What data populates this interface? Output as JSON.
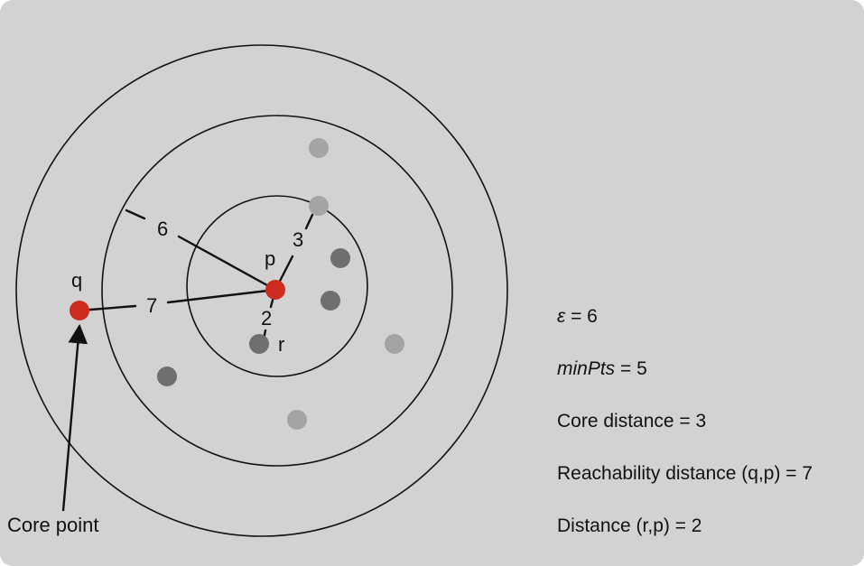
{
  "colors": {
    "panel": "#d2d2d2",
    "core_point": "#cc2b1e",
    "dark_point": "#6f6f6f",
    "light_point": "#a4a4a4",
    "line": "#111111"
  },
  "points": {
    "p_label": "p",
    "q_label": "q",
    "r_label": "r"
  },
  "distances": {
    "epsilon_label": "6",
    "q_to_p_label": "7",
    "core_label": "3",
    "r_to_p_label": "2"
  },
  "annotation": {
    "core_point": "Core point"
  },
  "info": {
    "epsilon_symbol": "ε",
    "epsilon_value": " = 6",
    "minpts_name": "minPts",
    "minpts_value": " = 5",
    "core_distance": "Core distance = 3",
    "reachability_distance": "Reachability distance (q,p) = 7",
    "distance_r_p": "Distance (r,p) = 2"
  }
}
